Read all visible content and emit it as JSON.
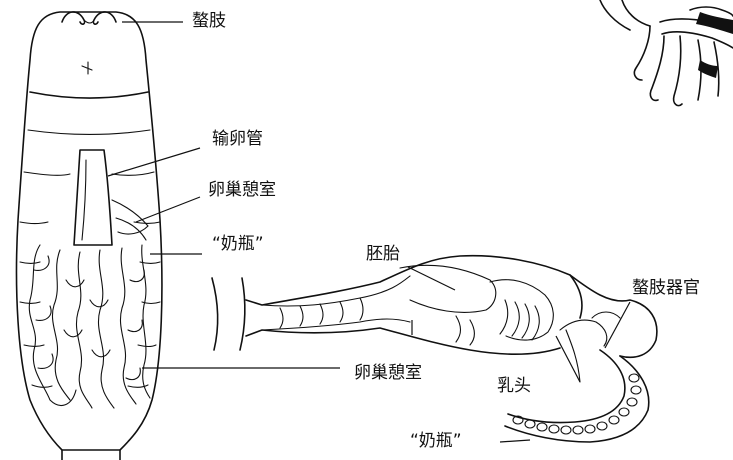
{
  "labels": {
    "chelicera_top": "螯肢",
    "oviduct": "输卵管",
    "ovarian_diverticulum_upper": "卵巢憩室",
    "nursing_bottle_left": "“奶瓶”",
    "embryo": "胚胎",
    "chelicera_organ": "螯肢器官",
    "ovarian_diverticulum_lower": "卵巢憩室",
    "teat": "乳头",
    "nursing_bottle_bottom": "“奶瓶”"
  }
}
